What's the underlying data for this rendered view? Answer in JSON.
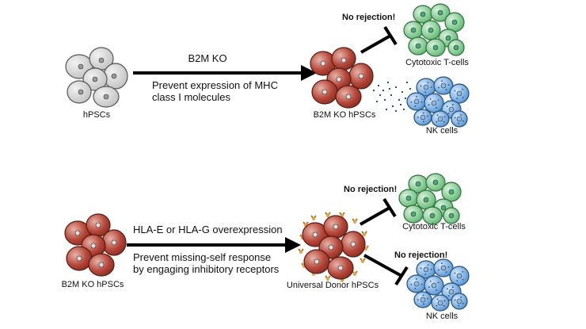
{
  "row1": {
    "source_label": "hPSCs",
    "arrow_label_top": "B2M KO",
    "arrow_label_line1": "Prevent expression of MHC",
    "arrow_label_line2": "class I molecules",
    "target_label": "B2M KO hPSCs",
    "rejection_label": "No rejection!",
    "tcell_label": "Cytotoxic T-cells",
    "nk_label": "NK cells"
  },
  "row2": {
    "source_label": "B2M KO hPSCs",
    "arrow_label_top": "HLA-E or HLA-G overexpression",
    "arrow_label_line1": "Prevent missing-self response",
    "arrow_label_line2": "by engaging inhibitory receptors",
    "target_label": "Universal Donor hPSCs",
    "rejection_label_tcell": "No rejection!",
    "tcell_label": "Cytotoxic T-cells",
    "rejection_label_nk": "No rejection!",
    "nk_label": "NK cells"
  },
  "colors": {
    "grey_cell": "#d9d9d9",
    "red_cell": "#b5473a",
    "green_cell": "#7fcf8f",
    "blue_cell": "#6fa8e0",
    "ligand": "#e3a54a",
    "arrow": "#000000"
  }
}
